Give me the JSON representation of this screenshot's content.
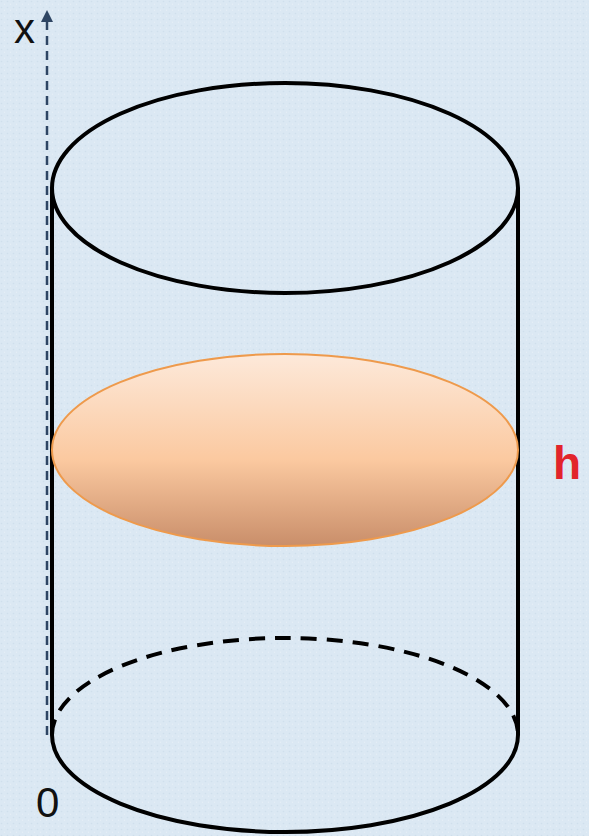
{
  "diagram": {
    "labels": [
      "x",
      "0",
      "h"
    ]
  }
}
